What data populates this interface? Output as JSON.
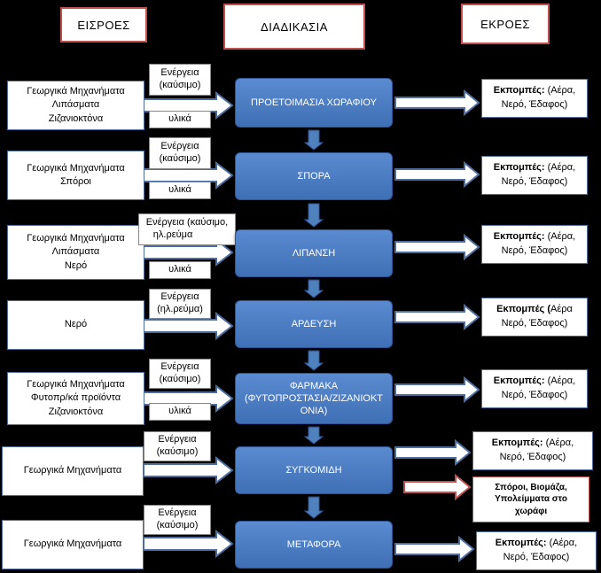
{
  "headers": {
    "inputs": "ΕΙΣΡΟΕΣ",
    "process": "ΔΙΑΔΙΚΑΣΙΑ",
    "outputs": "ΕΚΡΟΕΣ"
  },
  "rows": [
    {
      "input_lines": [
        "Γεωργικά Μηχανήματα",
        "Λιπάσματα",
        "Ζιζανιοκτόνα"
      ],
      "energy_lines": [
        "Ενέργεια",
        "(καύσιμο)"
      ],
      "materials": "υλικά",
      "process_lines": [
        "ΠΡΟΕΤΟΙΜΑΣΙΑ ΧΩΡΑΦΙΟΥ"
      ],
      "output_bold": "Εκπομπές:",
      "output_rest": " (Αέρα,",
      "output_line2": "Νερό, Έδαφος)"
    },
    {
      "input_lines": [
        "Γεωργικά Μηχανήματα",
        "Σπόροι"
      ],
      "energy_lines": [
        "Ενέργεια",
        "(καύσιμο)"
      ],
      "materials": "υλικά",
      "process_lines": [
        "ΣΠΟΡΑ"
      ],
      "output_bold": "Εκπομπές:",
      "output_rest": " (Αέρα,",
      "output_line2": "Νερό, Έδαφος)"
    },
    {
      "input_lines": [
        "Γεωργικά Μηχανήματα",
        "Λιπάσματα",
        "Νερό"
      ],
      "energy_lines": [
        "Ενέργεια (καύσιμο,",
        "ηλ.ρεύμα"
      ],
      "materials": "υλικά",
      "process_lines": [
        "ΛΙΠΑΝΣΗ"
      ],
      "output_bold": "Εκπομπές:",
      "output_rest": " (Αέρα,",
      "output_line2": "Νερό, Έδαφος)"
    },
    {
      "input_lines": [
        "Νερό"
      ],
      "energy_lines": [
        "Ενέργεια",
        "(ηλ.ρεύμα)"
      ],
      "materials": "",
      "process_lines": [
        "ΑΡΔΕΥΣΗ"
      ],
      "output_bold": "Εκπομπές (",
      "output_rest": "Αέρα",
      "output_line2": "Νερό, Έδαφος)"
    },
    {
      "input_lines": [
        "Γεωργικά Μηχανήματα",
        "Φυτοπρ/κά προϊόντα",
        "Ζιζανιοκτόνα"
      ],
      "energy_lines": [
        "Ενέργεια",
        "(καύσιμο)"
      ],
      "materials": "υλικά",
      "process_lines": [
        "ΦΑΡΜΑΚΑ",
        "(ΦΥΤΟΠΡΟΣΤΑΣΙΑ/ΖΙΖΑΝΙΟΚΤ",
        "ΟΝΙΑ)"
      ],
      "output_bold": "Εκπομπές:",
      "output_rest": " (Αέρα,",
      "output_line2": "Νερό, Έδαφος)"
    },
    {
      "input_lines": [
        "Γεωργικά Μηχανήματα"
      ],
      "energy_lines": [
        "Ενέργεια",
        "(καύσιμο)"
      ],
      "materials": "",
      "process_lines": [
        "ΣΥΓΚΟΜΙΔΗ"
      ],
      "output_bold": "Εκπομπές:",
      "output_rest": " (Αέρα,",
      "output_line2": "Νερό, Έδαφος)"
    },
    {
      "input_lines": [
        "Γεωργικά Μηχανήματα"
      ],
      "energy_lines": [
        "Ενέργεια",
        "(καύσιμο)"
      ],
      "materials": "",
      "process_lines": [
        "ΜΕΤΑΦΟΡΑ"
      ],
      "output_bold": "Εκπομπές:",
      "output_rest": " (Αέρα,",
      "output_line2": "Νερό, Έδαφος)"
    }
  ],
  "byproduct_lines": [
    "Σπόροι, Βιομάζα,",
    "Υπολείμματα στο",
    "χωράφι"
  ],
  "colors": {
    "background": "#000000",
    "header_border": "#c0504d",
    "process_fill": "#4f81bd",
    "arrow_outline": "#4f6ea0",
    "byproduct_arrow": "#c0504d"
  }
}
